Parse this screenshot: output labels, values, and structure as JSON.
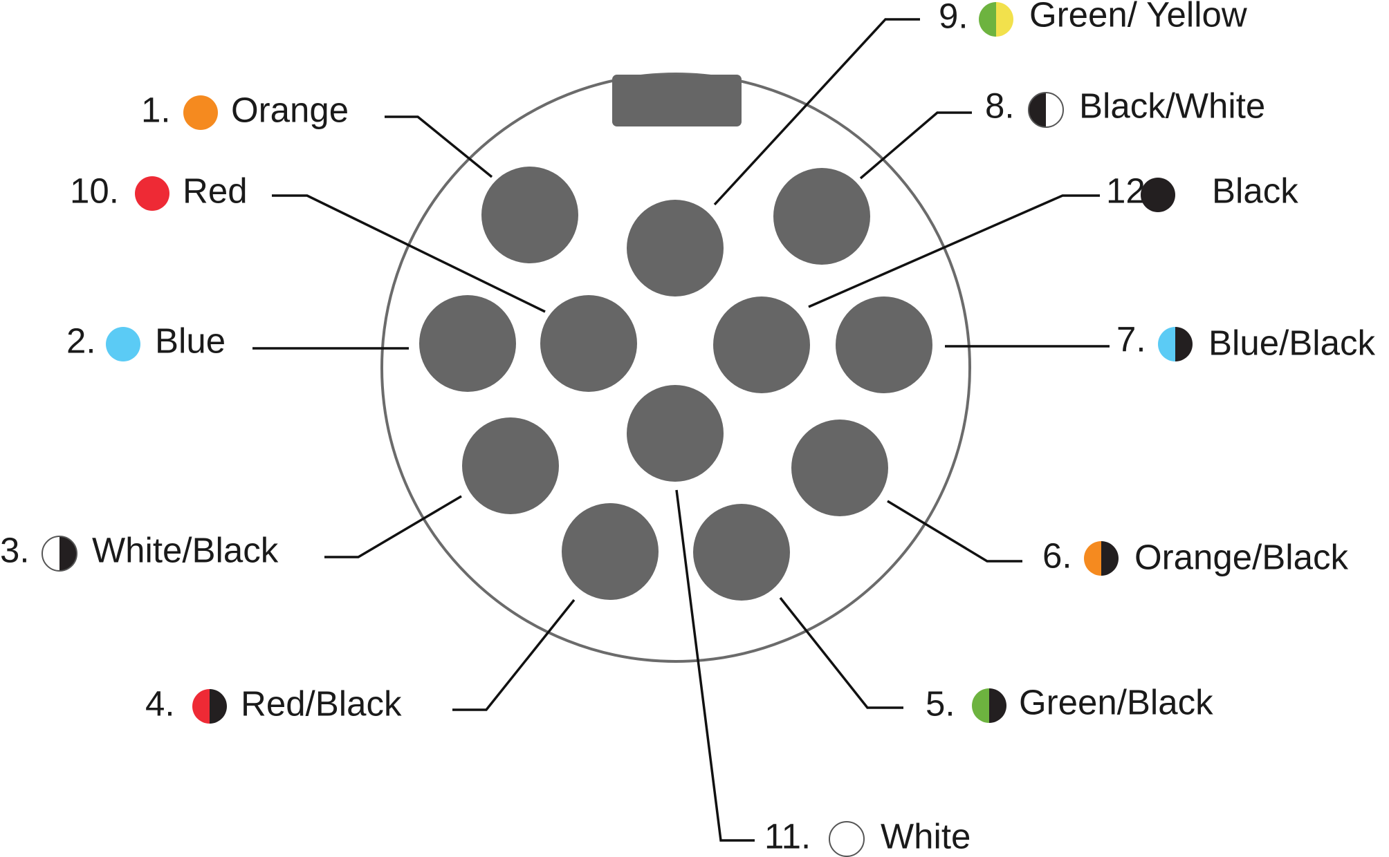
{
  "colors": {
    "connector_outline": "#6b6b6b",
    "pin_fill": "#666666",
    "key_tab": "#666666",
    "leader_line": "#111111",
    "text": "#1a1a1a"
  },
  "pins": [
    {
      "num": "1.",
      "label": "Orange",
      "swatch": [
        "#f58a1f",
        "#f58a1f"
      ]
    },
    {
      "num": "10.",
      "label": "Red",
      "swatch": [
        "#ee2a35",
        "#ee2a35"
      ]
    },
    {
      "num": "2.",
      "label": "Blue",
      "swatch": [
        "#5bcbf5",
        "#5bcbf5"
      ]
    },
    {
      "num": "3.",
      "label": "White/Black",
      "swatch": [
        "#ffffff",
        "#231f20"
      ]
    },
    {
      "num": "4.",
      "label": "Red/Black",
      "swatch": [
        "#ee2a35",
        "#231f20"
      ]
    },
    {
      "num": "11.",
      "label": "White",
      "swatch": [
        "#ffffff",
        "#ffffff"
      ]
    },
    {
      "num": "5.",
      "label": "Green/Black",
      "swatch": [
        "#6db33f",
        "#231f20"
      ]
    },
    {
      "num": "6.",
      "label": "Orange/Black",
      "swatch": [
        "#f58a1f",
        "#231f20"
      ]
    },
    {
      "num": "7.",
      "label": "Blue/Black",
      "swatch": [
        "#5bcbf5",
        "#231f20"
      ]
    },
    {
      "num": "12.",
      "label": "Black",
      "swatch": [
        "#231f20",
        "#231f20"
      ]
    },
    {
      "num": "8.",
      "label": "Black/White",
      "swatch": [
        "#231f20",
        "#ffffff"
      ]
    },
    {
      "num": "9.",
      "label": "Green/ Yellow",
      "swatch": [
        "#6db33f",
        "#f2e14c"
      ]
    }
  ]
}
